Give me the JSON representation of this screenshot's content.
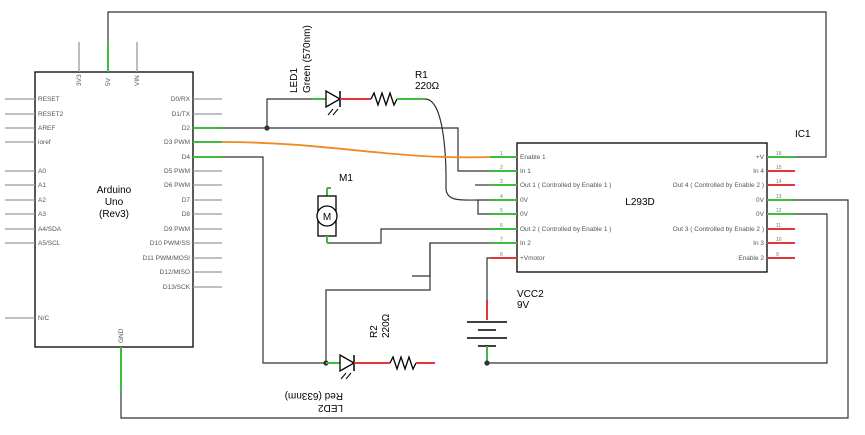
{
  "arduino": {
    "name_line1": "Arduino",
    "name_line2": "Uno",
    "name_line3": "(Rev3)",
    "top_pins": [
      "3V3",
      "5V",
      "VIN"
    ],
    "left_pins": [
      "RESET",
      "RESET2",
      "AREF",
      "ioref",
      "A0",
      "A1",
      "A2",
      "A3",
      "A4/SDA",
      "A5/SCL",
      "N/C"
    ],
    "right_pins": [
      "D0/RX",
      "D1/TX",
      "D2",
      "D3 PWM",
      "D4",
      "D5 PWM",
      "D6 PWM",
      "D7",
      "D8",
      "D9 PWM",
      "D10 PWM/SS",
      "D11 PWM/MOSI",
      "D12/MISO",
      "D13/SCK"
    ],
    "bottom_pin": "GND"
  },
  "ic": {
    "ref": "IC1",
    "name": "L293D",
    "left_pins": [
      {
        "num": "1",
        "label": "Enable 1"
      },
      {
        "num": "2",
        "label": "In 1"
      },
      {
        "num": "3",
        "label": "Out 1 ( Controlled by Enable 1 )"
      },
      {
        "num": "4",
        "label": "0V"
      },
      {
        "num": "5",
        "label": "0V"
      },
      {
        "num": "6",
        "label": "Out 2 ( Controlled by Enable 1 )"
      },
      {
        "num": "7",
        "label": "In 2"
      },
      {
        "num": "8",
        "label": "+Vmotor"
      }
    ],
    "right_pins": [
      {
        "num": "16",
        "label": "+V"
      },
      {
        "num": "15",
        "label": "In 4"
      },
      {
        "num": "14",
        "label": "Out 4 ( Controlled by Enable 2 )"
      },
      {
        "num": "13",
        "label": "0V"
      },
      {
        "num": "12",
        "label": "0V"
      },
      {
        "num": "11",
        "label": "Out 3 ( Controlled by Enable 2 )"
      },
      {
        "num": "10",
        "label": "In 3"
      },
      {
        "num": "9",
        "label": "Enable 2"
      }
    ]
  },
  "led1": {
    "ref": "LED1",
    "desc": "Green (570nm)"
  },
  "r1": {
    "ref": "R1",
    "value": "220Ω"
  },
  "m1": {
    "ref": "M1",
    "symbol": "M"
  },
  "vcc2": {
    "ref": "VCC2",
    "value": "9V"
  },
  "r2": {
    "ref": "R2",
    "value": "220Ω"
  },
  "led2": {
    "ref": "LED2",
    "desc": "Red (633nm)"
  },
  "colors": {
    "wire": "#333333",
    "signal": "#f08a24",
    "pin_ok": "#3cbe3c",
    "pin_free": "#e0383a"
  }
}
